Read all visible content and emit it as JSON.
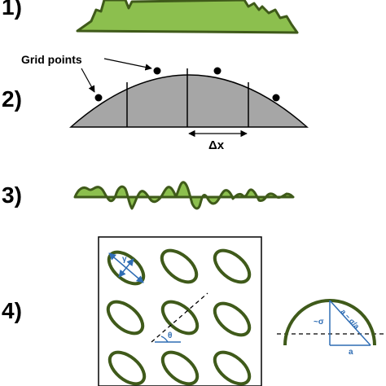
{
  "colors": {
    "green_fill": "#8cbf4e",
    "green_stroke": "#3f5a1a",
    "gray_fill": "#a6a6a6",
    "annotation_blue": "#2f6db4",
    "black": "#000000"
  },
  "panel_1": {
    "label": "1)"
  },
  "panel_2": {
    "label": "2)",
    "callout": "Grid points",
    "spacing_label": "Δx"
  },
  "panel_3": {
    "label": "3)"
  },
  "panel_4": {
    "label": "4)",
    "symbols": {
      "gamma": "γ",
      "theta": "θ",
      "sigma": "~σ",
      "a": "a",
      "hypotenuse": "a − σ/a"
    }
  }
}
